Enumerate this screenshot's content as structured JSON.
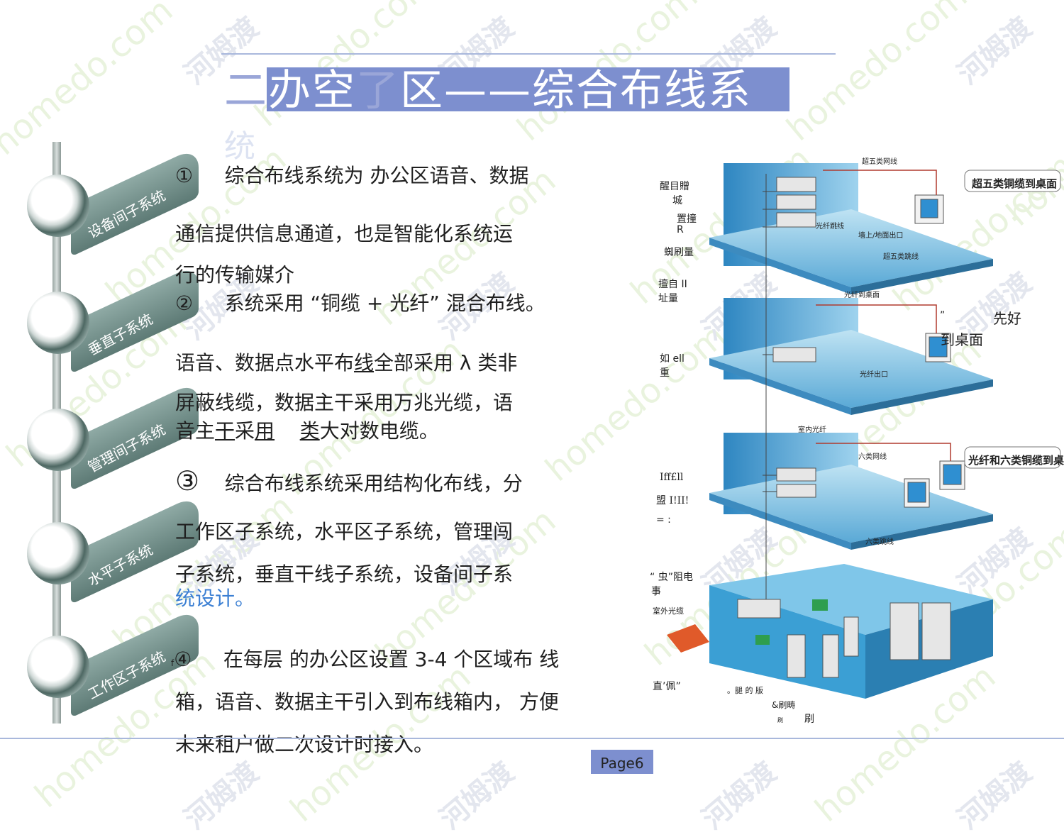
{
  "watermark": {
    "latin": "homedo.com",
    "cn": "河姆渡"
  },
  "title": {
    "text_a": "二",
    "text_b": "办空",
    "text_c": "了",
    "text_d": "区——综合布线系",
    "tail": "统"
  },
  "ribbons": [
    "设备间子系统",
    "垂直子系统",
    "管理间子系统",
    "水平子系统",
    "工作区子系统"
  ],
  "body": {
    "p1_marker": "①",
    "p1_l1": "综合布线系统为 办公区语音、数据",
    "p1_l2": "通信提供信息通道，也是智能化系统运",
    "p1_l3": "行的传输媒介",
    "p2_marker": "②",
    "p2_l1": "系统采用 “铜缆 + 光纤” 混合布线。",
    "p2_l2a": "语音、数据点水平布",
    "p2_l2u": "线",
    "p2_l2b": "全部采用 λ 类非",
    "p2_l3": "屏蔽线缆，数据主干采用万兆光缆，语",
    "p2_l4a": "音主",
    "p2_l4u1": "干",
    "p2_l4b": "采",
    "p2_l4u2": "用",
    "p2_l4u3": "类",
    "p2_l4c": "大对数电缆。",
    "p3_marker": "③",
    "p3_l1": "综合布线系统采用结构化布线，分",
    "p3_l2": "工作区子系统，水平区子系统，管理闯",
    "p3_l3": "子系统，垂直干线子系统，设备间子系",
    "p3_l4": "统设计。",
    "p4_prefix": "f",
    "p4_marker": "④",
    "p4_l1": "在每层 的办公区设置 3-4 个区域布 线",
    "p4_l2": "箱，语音、数据主干引入到布线箱内， 方便",
    "p4_l3": "未来租户做二次设计时接入。"
  },
  "diagram": {
    "labels": [
      "醒目贈",
      "城",
      "置撞",
      "R",
      "蜘刷量",
      "擅自 II",
      "址量",
      "如 ell",
      "重",
      "Iff£ll",
      "盟 I!II!",
      "= :",
      "“ 虫”阻电",
      "事",
      "室外光缆",
      "直’佩”",
      "。腿 的 版",
      "&刷畴",
      "刷",
      "刷",
      "先好",
      "到桌面",
      "”",
      "超五类网线",
      "光纤跳线",
      "墙上/地面出口",
      "超五类跳线",
      "光纤到桌面",
      "光纤出口",
      "室内光纤",
      "六类网线",
      "六类跳线"
    ],
    "callouts": [
      "超五类铜缆到桌面",
      "光纤和六类铜缆到桌面"
    ]
  },
  "footer": {
    "page": "Page6"
  }
}
